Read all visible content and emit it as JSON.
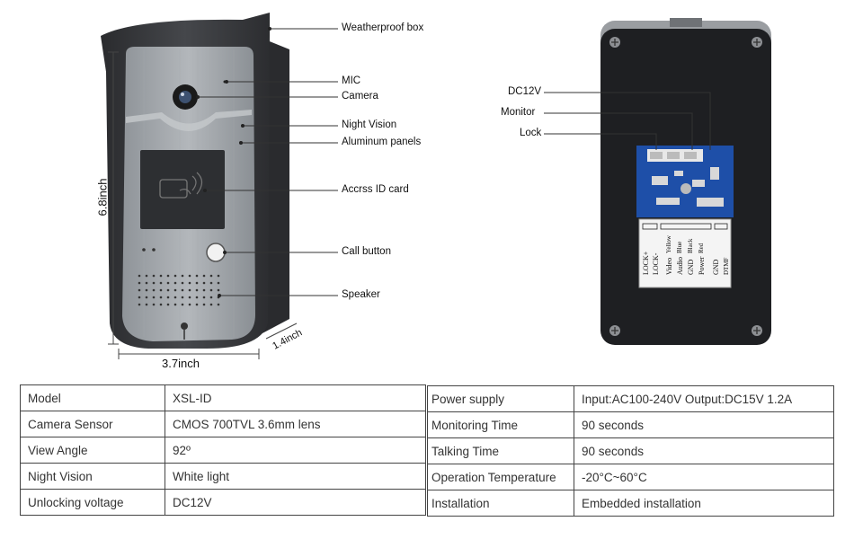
{
  "callouts": {
    "weatherproof_box": "Weatherproof box",
    "mic": "MIC",
    "camera": "Camera",
    "night_vision": "Night Vision",
    "aluminum_panels": "Aluminum panels",
    "access_id_card": "Accrss ID card",
    "call_button": "Call button",
    "speaker": "Speaker",
    "dc12v": "DC12V",
    "monitor": "Monitor",
    "lock": "Lock"
  },
  "dimensions": {
    "height": "6.8inch",
    "width": "3.7inch",
    "depth": "1.4inch"
  },
  "terminal_labels": [
    "LOCK+",
    "LOCK-",
    "Video",
    "Audio",
    "GND",
    "Power",
    "GND",
    "DTMF"
  ],
  "wire_labels": [
    "Yellow",
    "Blue",
    "Black",
    "Red"
  ],
  "specs_left": [
    {
      "label": "Model",
      "value": "XSL-ID"
    },
    {
      "label": "Camera Sensor",
      "value": "CMOS 700TVL 3.6mm lens"
    },
    {
      "label": "View Angle",
      "value": "92º"
    },
    {
      "label": "Night Vision",
      "value": "White light"
    },
    {
      "label": "Unlocking voltage",
      "value": "DC12V"
    }
  ],
  "specs_right": [
    {
      "label": "Power supply",
      "value": "Input:AC100-240V Output:DC15V 1.2A"
    },
    {
      "label": "Monitoring Time",
      "value": "90 seconds"
    },
    {
      "label": "Talking Time",
      "value": "90 seconds"
    },
    {
      "label": "Operation Temperature",
      "value": "-20°C~60°C"
    },
    {
      "label": "Installation",
      "value": "Embedded installation"
    }
  ],
  "colors": {
    "housing": "#3a3c40",
    "panel": "#9da2a7",
    "card_area": "#2d2f32",
    "pcb": "#1e4fa8",
    "back_plate": "#1e1f22"
  }
}
